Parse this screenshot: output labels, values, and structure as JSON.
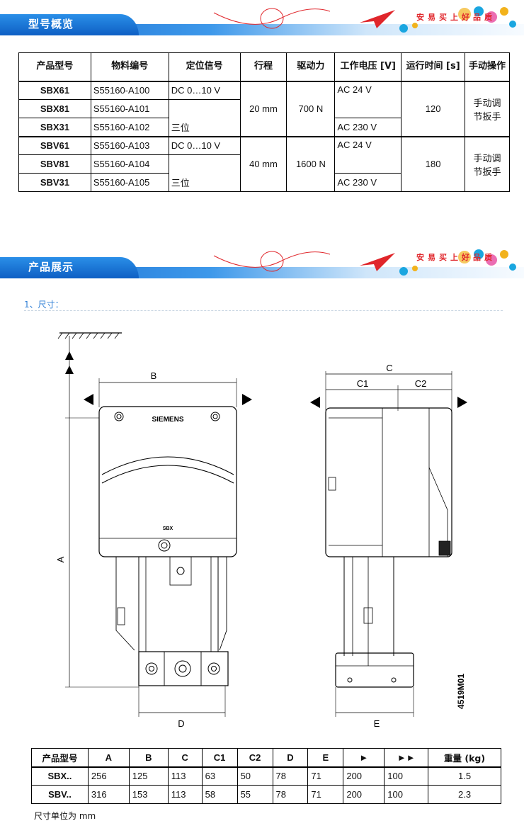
{
  "section1": {
    "title": "型号概览"
  },
  "section2": {
    "title": "产品展示"
  },
  "slogan": [
    "安",
    "易",
    "买",
    "上",
    "好",
    "品",
    "质"
  ],
  "colors": {
    "brand_blue": "#1c6fd1",
    "accent_red": "#e0262b"
  },
  "overview": {
    "headers": [
      "产品型号",
      "物料编号",
      "定位信号",
      "行程",
      "驱动力",
      "工作电压 [V]",
      "运行时间 [s]",
      "手动操作"
    ],
    "groups": [
      {
        "stroke": "20 mm",
        "force": "700 N",
        "time": "120",
        "manual": "手动调节扳手",
        "rows": [
          {
            "model": "SBX61",
            "material": "S55160-A100",
            "signal": "DC 0…10 V"
          },
          {
            "model": "SBX81",
            "material": "S55160-A101"
          },
          {
            "model": "SBX31",
            "material": "S55160-A102"
          }
        ],
        "signal_3pos": "三位",
        "voltage_24": "AC 24 V",
        "voltage_230": "AC 230 V"
      },
      {
        "stroke": "40 mm",
        "force": "1600 N",
        "time": "180",
        "manual": "手动调节扳手",
        "rows": [
          {
            "model": "SBV61",
            "material": "S55160-A103",
            "signal": "DC 0…10 V"
          },
          {
            "model": "SBV81",
            "material": "S55160-A104"
          },
          {
            "model": "SBV31",
            "material": "S55160-A105"
          }
        ],
        "signal_3pos": "三位",
        "voltage_24": "AC 24 V",
        "voltage_230": "AC 230 V"
      }
    ]
  },
  "dimensions_label": "1、尺寸：",
  "drawing": {
    "brand": "SIEMENS",
    "model_mark": "SBX",
    "code": "4519M01",
    "labels": {
      "A": "A",
      "B": "B",
      "C": "C",
      "C1": "C1",
      "C2": "C2",
      "D": "D",
      "E": "E"
    }
  },
  "dim_table": {
    "headers": [
      "产品型号",
      "A",
      "B",
      "C",
      "C1",
      "C2",
      "D",
      "E",
      "►",
      "►►",
      "重量 (kg)"
    ],
    "rows": [
      [
        "SBX..",
        "256",
        "125",
        "113",
        "63",
        "50",
        "78",
        "71",
        "200",
        "100",
        "1.5"
      ],
      [
        "SBV..",
        "316",
        "153",
        "113",
        "58",
        "55",
        "78",
        "71",
        "200",
        "100",
        "2.3"
      ]
    ]
  },
  "note": "尺寸单位为 mm"
}
